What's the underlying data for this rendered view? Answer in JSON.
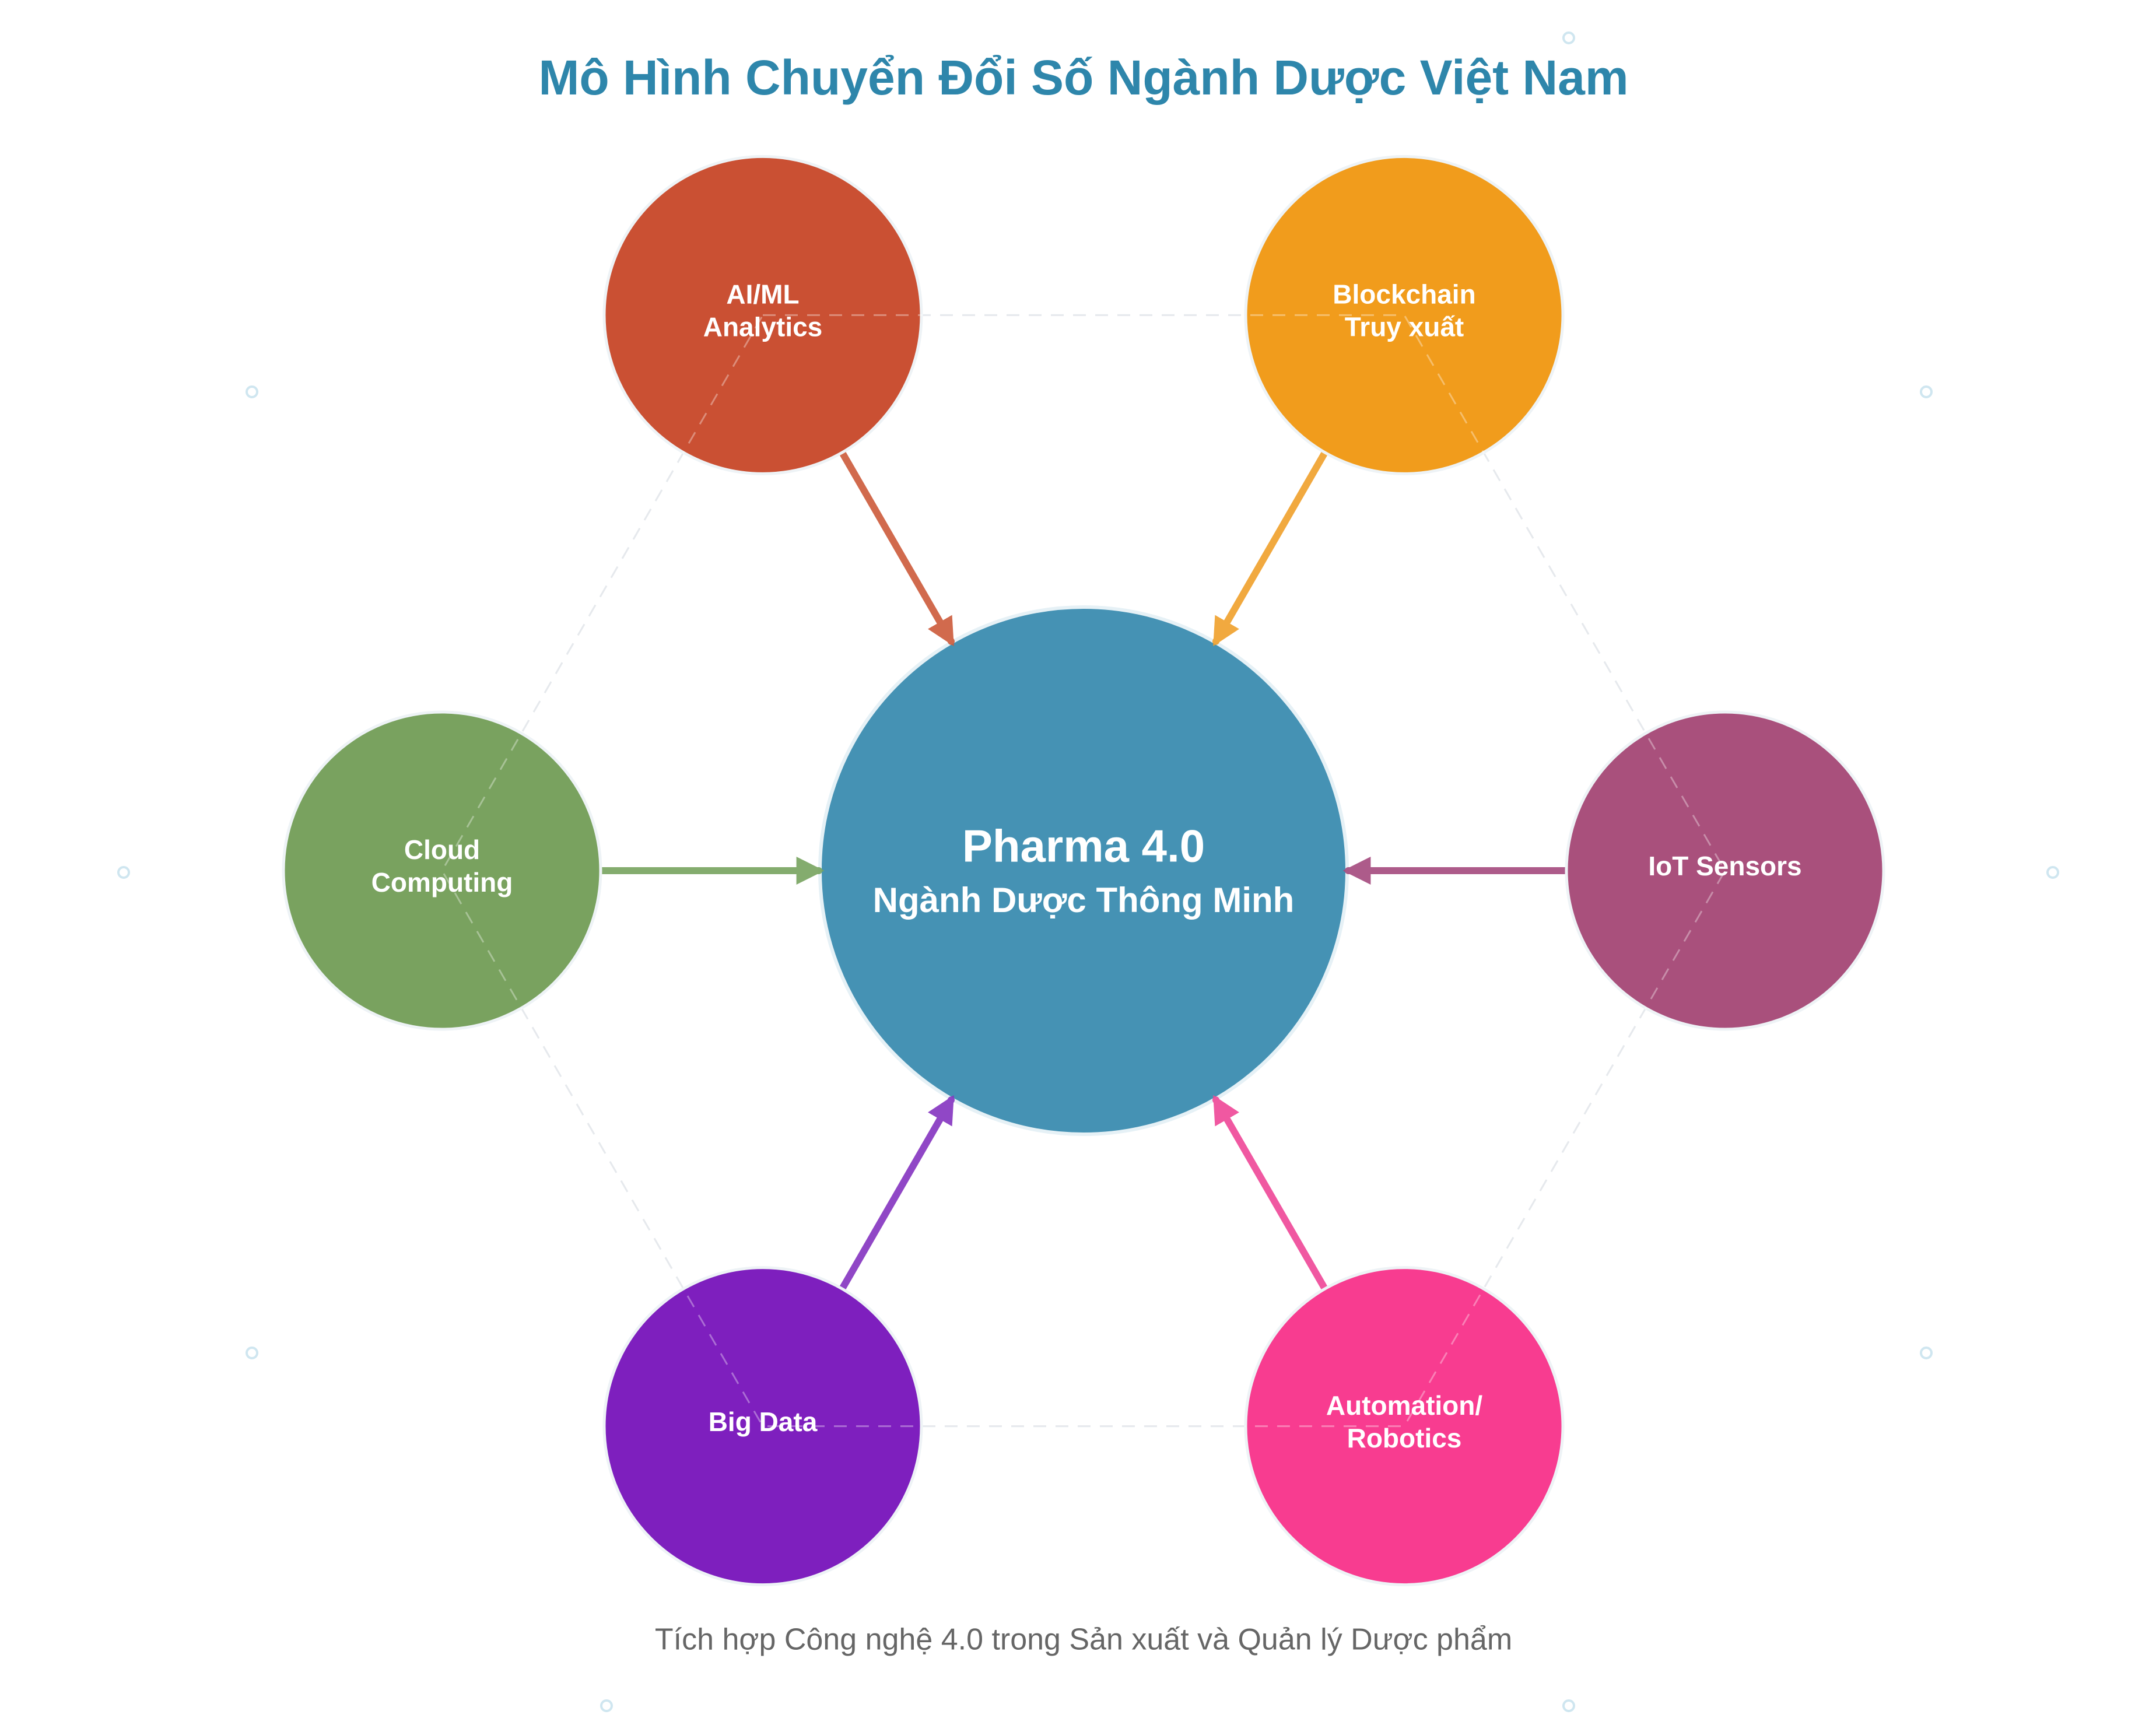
{
  "title": "Mô Hình Chuyển Đổi Số Ngành Dược Việt Nam",
  "caption": "Tích hợp Công nghệ 4.0 trong Sản xuất và Quản lý Dược phẩm",
  "center": {
    "line1": "Pharma 4.0",
    "line2": "Ngành Dược Thông Minh",
    "color": "#4592B4"
  },
  "nodes": [
    {
      "id": "ai-ml",
      "lines": [
        "AI/ML",
        "Analytics"
      ],
      "color": "#CA5033",
      "arrow": "#CD5A3A"
    },
    {
      "id": "blockchain",
      "lines": [
        "Blockchain",
        "Truy xuất"
      ],
      "color": "#F19C1C",
      "arrow": "#F0A02B"
    },
    {
      "id": "iot",
      "lines": [
        "IoT Sensors"
      ],
      "color": "#A9507C",
      "arrow": "#A54A7E"
    },
    {
      "id": "automation",
      "lines": [
        "Automation/",
        "Robotics"
      ],
      "color": "#F83C90",
      "arrow": "#EF4797"
    },
    {
      "id": "big-data",
      "lines": [
        "Big Data"
      ],
      "color": "#7E1FBE",
      "arrow": "#8534C0"
    },
    {
      "id": "cloud",
      "lines": [
        "Cloud",
        "Computing"
      ],
      "color": "#79A25F",
      "arrow": "#77A45F"
    }
  ],
  "colors": {
    "title": "#2E86AB",
    "caption": "#666666",
    "hexagon": "#D9DEE3",
    "dots": "#CFE6F0"
  }
}
